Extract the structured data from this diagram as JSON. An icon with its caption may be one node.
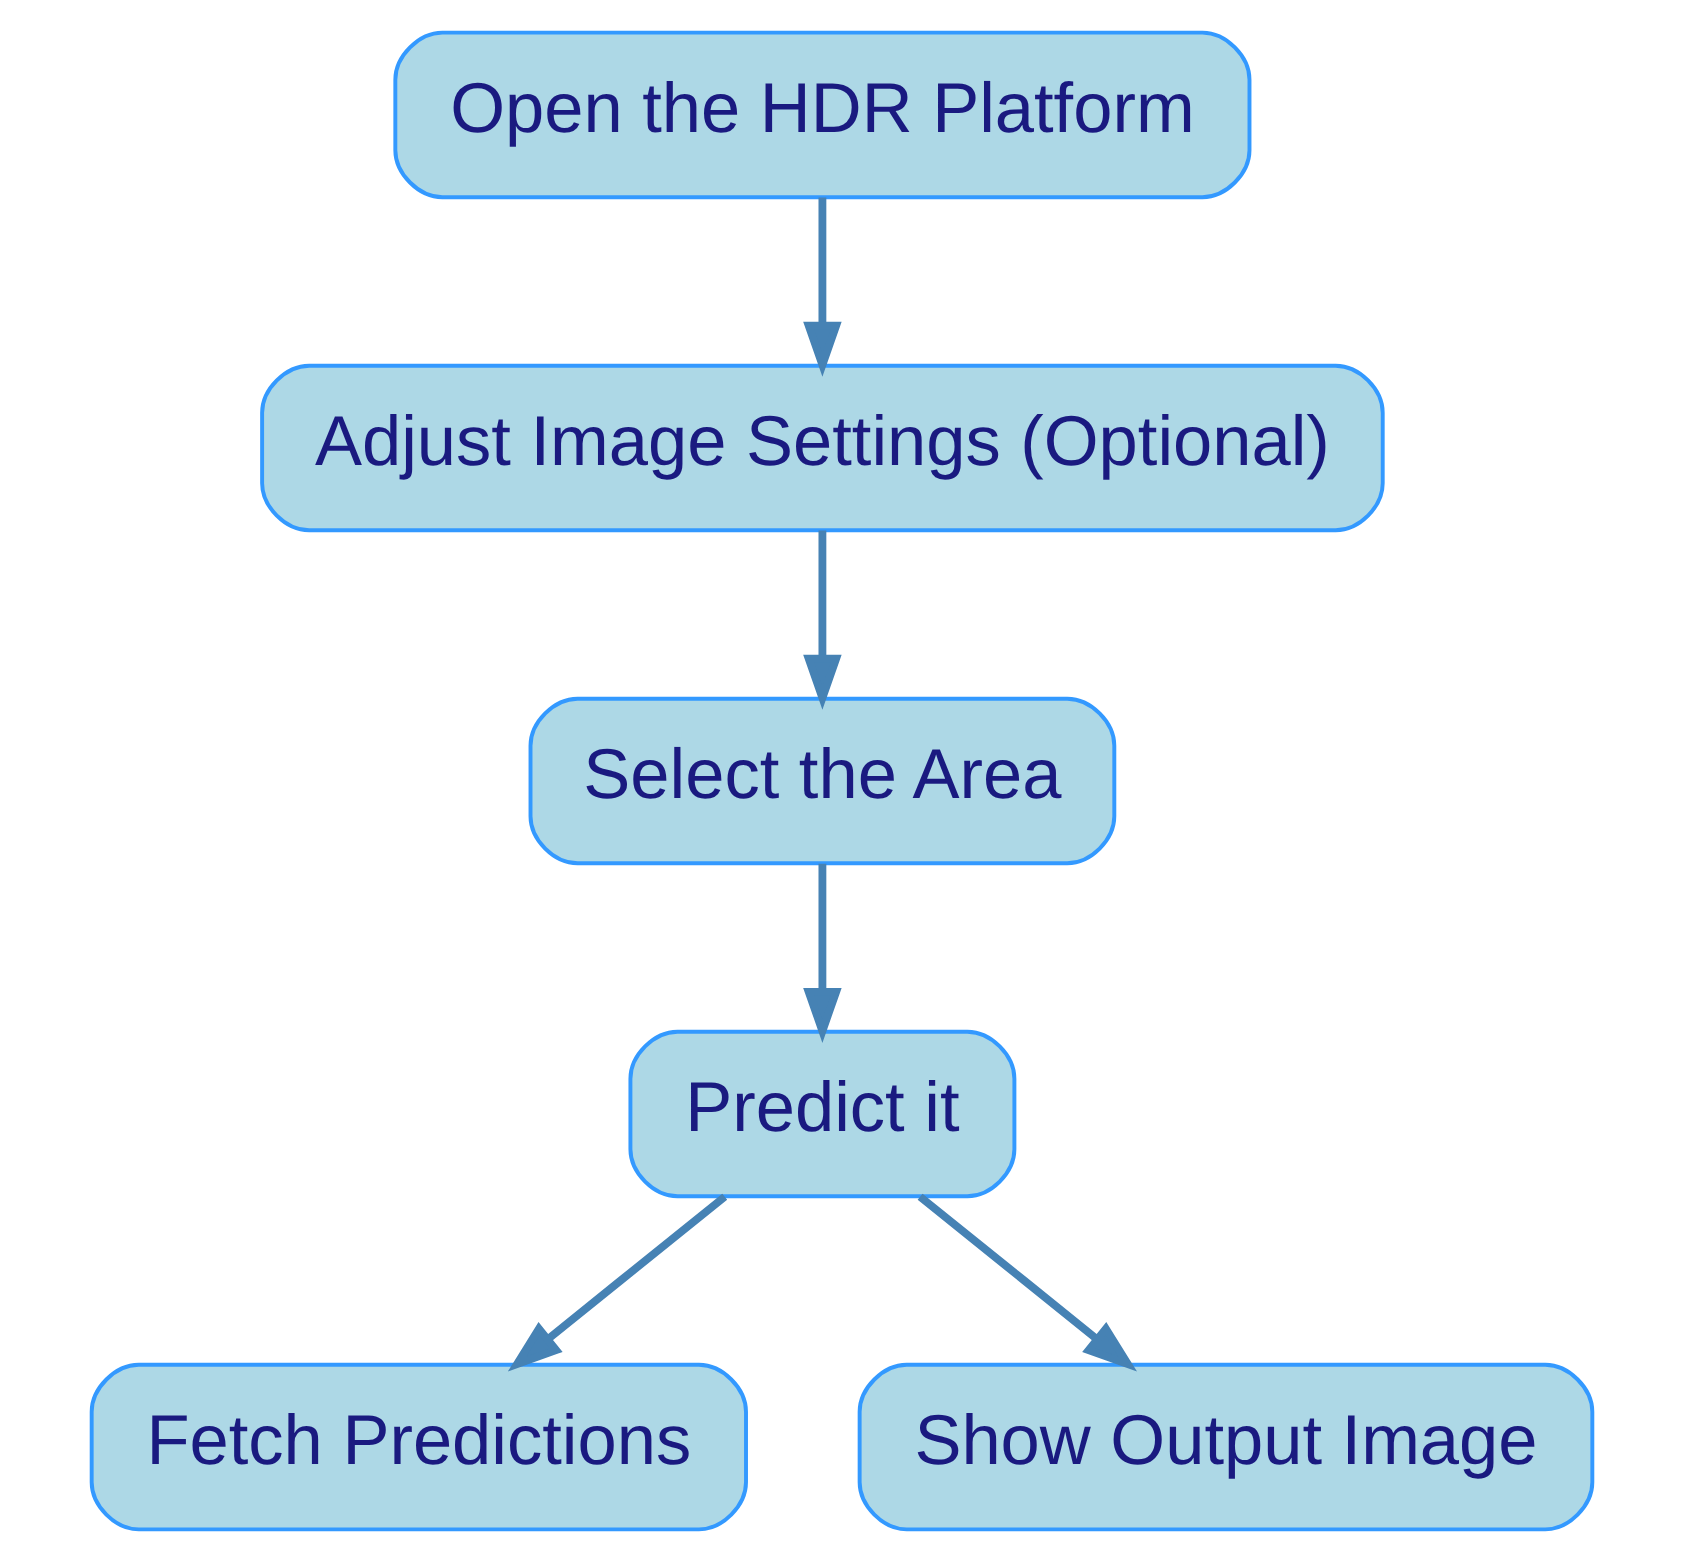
{
  "diagram": {
    "nodes": [
      {
        "text": [
          "Open the HDR Platform"
        ]
      },
      {
        "text": [
          "Adjust Image Settings (Optional)"
        ]
      },
      {
        "text": [
          "Select the Area"
        ]
      },
      {
        "text": [
          "Predict it"
        ]
      },
      {
        "text": [
          "Fetch Predictions"
        ]
      },
      {
        "text": [
          "Show Output Image"
        ]
      }
    ],
    "edges": [
      {
        "from": 0,
        "to": 1,
        "arrow": "to"
      },
      {
        "from": 1,
        "to": 2,
        "arrow": "to"
      },
      {
        "from": 2,
        "to": 3,
        "arrow": "to"
      },
      {
        "from": 3,
        "to": 4,
        "arrow": "to"
      },
      {
        "from": 3,
        "to": 5,
        "arrow": "to"
      }
    ]
  }
}
